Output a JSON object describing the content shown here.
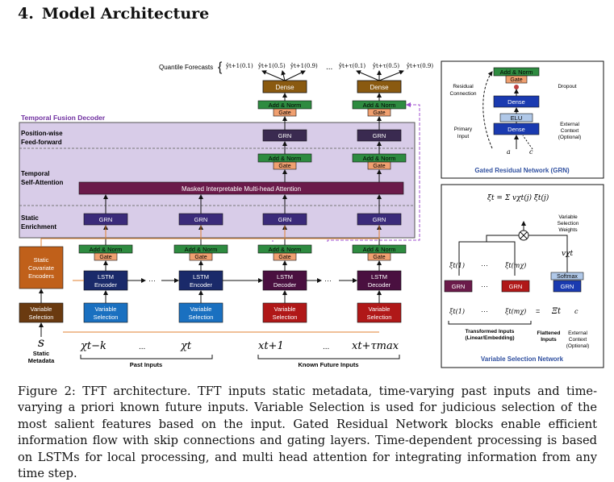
{
  "section": {
    "number": "4.",
    "title": "Model Architecture"
  },
  "diagram": {
    "quantile_label": "Quantile Forecasts",
    "quantiles_left": [
      "ŷt+1(0.1)",
      "ŷt+1(0.5)",
      "ŷt+1(0.9)"
    ],
    "quantiles_right": [
      "ŷt+τ(0.1)",
      "ŷt+τ(0.5)",
      "ŷt+τ(0.9)"
    ],
    "ellipsis": "...",
    "decoder_title": "Temporal Fusion Decoder",
    "layer_ffn": [
      "Position-wise",
      "Feed-forward"
    ],
    "layer_attn": [
      "Temporal",
      "Self-Attention"
    ],
    "layer_enrich": [
      "Static",
      "Enrichment"
    ],
    "attention_label": "Masked Interpretable Multi-head Attention",
    "dense": "Dense",
    "add_norm": "Add & Norm",
    "gate": "Gate",
    "grn": "GRN",
    "lstm_encoder": [
      "LSTM",
      "Encoder"
    ],
    "lstm_decoder": [
      "LSTM",
      "Decoder"
    ],
    "variable_selection": [
      "Variable",
      "Selection"
    ],
    "static_encoders": [
      "Static",
      "Covariate",
      "Encoders"
    ],
    "static_symbol": "s",
    "static_metadata": [
      "Static",
      "Metadata"
    ],
    "input_past_k": "χt−k",
    "input_past_t": "χt",
    "input_future_1": "xt+1",
    "input_future_tau": "xt+τmax",
    "past_inputs": "Past Inputs",
    "known_future_inputs": "Known Future Inputs",
    "grn_panel": {
      "title": "Gated Residual Network (GRN)",
      "add_norm": "Add & Norm",
      "gate": "Gate",
      "dense": "Dense",
      "elu": "ELU",
      "residual": [
        "Residual",
        "Connection"
      ],
      "dropout": "Dropout",
      "primary": [
        "Primary",
        "Input"
      ],
      "external": [
        "External",
        "Context",
        "(Optional)"
      ],
      "a": "a",
      "c": "c"
    },
    "vsn_panel": {
      "title": "Variable Selection Network",
      "formula": "ξ̃t = Σ vχt(j) ξ̃t(j)",
      "weights_label": [
        "Variable",
        "Selection",
        "Weights"
      ],
      "v_symbol": "vχt",
      "softmax": "Softmax",
      "grn": "GRN",
      "xi_tilde_1": "ξ̃t(1)",
      "xi_tilde_m": "ξ̃t(mχ)",
      "xi_1": "ξt(1)",
      "xi_m": "ξt(mχ)",
      "Xi": "Ξt",
      "eq": "=",
      "c": "c",
      "transformed": [
        "Transformed Inputs",
        "(Linear/Embedding)"
      ],
      "flattened": [
        "Flattened",
        "Inputs"
      ],
      "external": [
        "External",
        "Context",
        "(Optional)"
      ]
    }
  },
  "caption": "Figure 2: TFT architecture. TFT inputs static metadata, time-varying past inputs and time-varying a priori known future inputs. Variable Selection is used for judicious selection of the most salient features based on the input. Gated Residual Network blocks enable efficient information flow with skip connections and gating layers. Time-dependent processing is based on LSTMs for local processing, and multi head attention for integrating information from any time step."
}
